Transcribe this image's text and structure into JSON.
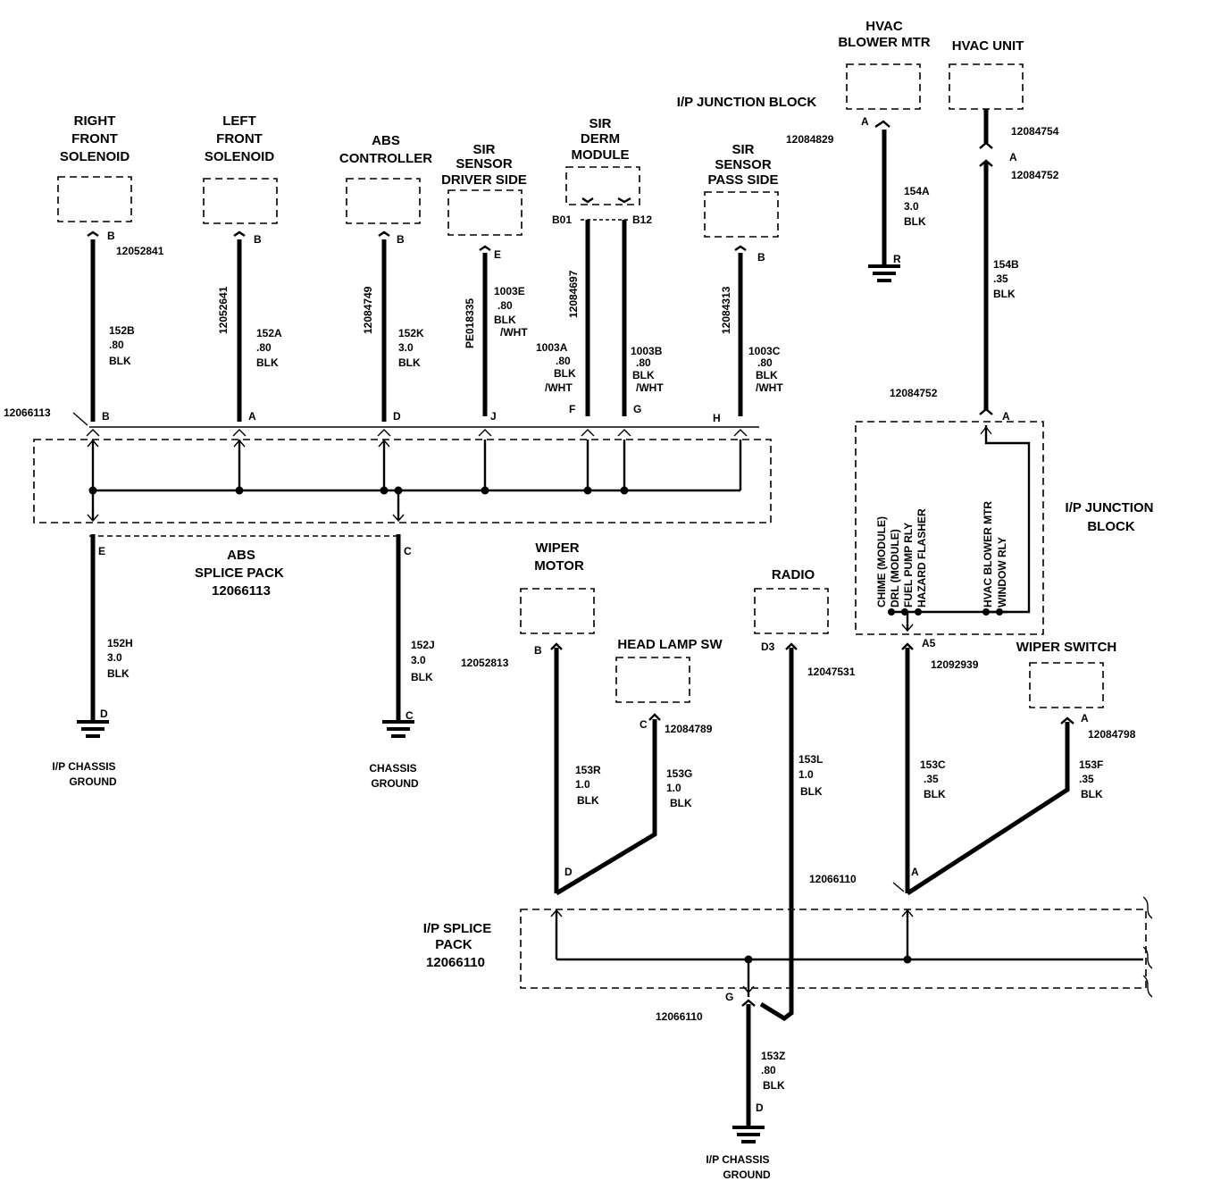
{
  "components": {
    "right_front_solenoid": "RIGHT FRONT SOLENOID",
    "left_front_solenoid": "LEFT FRONT SOLENOID",
    "abs_controller": "ABS CONTROLLER",
    "sir_sensor_driver": "SIR SENSOR DRIVER SIDE",
    "sir_derm_module": "SIR DERM MODULE",
    "sir_sensor_pass": "SIR SENSOR PASS SIDE",
    "hvac_blower_mtr": "HVAC BLOWER MTR",
    "hvac_unit": "HVAC UNIT",
    "ip_junction_block_top": "I/P JUNCTION BLOCK",
    "ip_junction_block_side": "I/P JUNCTION BLOCK",
    "abs_splice_pack": "ABS SPLICE PACK",
    "abs_splice_pack_num": "12066113",
    "wiper_motor": "WIPER MOTOR",
    "head_lamp_sw": "HEAD LAMP SW",
    "radio": "RADIO",
    "wiper_switch": "WIPER SWITCH",
    "ip_splice_pack": "I/P SPLICE PACK",
    "ip_splice_pack_num": "12066110",
    "ip_chassis_ground_1": "I/P CHASSIS GROUND",
    "chassis_ground": "CHASSIS GROUND",
    "ip_chassis_ground_2": "I/P CHASSIS GROUND"
  },
  "connectors": {
    "c12052841": "12052841",
    "c12052641": "12052641",
    "c12084749": "12084749",
    "cPE018335": "PE018335",
    "c12084697": "12084697",
    "c12084313": "12084313",
    "c12066113": "12066113",
    "c12084829": "12084829",
    "c12084754": "12084754",
    "c12084752a": "12084752",
    "c12084752b": "12084752",
    "c12052813": "12052813",
    "c12084789": "12084789",
    "c12047531": "12047531",
    "c12092939": "12092939",
    "c12084798": "12084798",
    "c12066110a": "12066110",
    "c12066110b": "12066110"
  },
  "wires": {
    "w152B": [
      "152B",
      ".80",
      "BLK"
    ],
    "w152A": [
      "152A",
      ".80",
      "BLK"
    ],
    "w152K": [
      "152K",
      "3.0",
      "BLK"
    ],
    "w1003E": [
      "1003E",
      ".80",
      "BLK",
      "/WHT"
    ],
    "w1003A": [
      "1003A",
      ".80",
      "BLK",
      "/WHT"
    ],
    "w1003B": [
      "1003B",
      ".80",
      "BLK",
      "/WHT"
    ],
    "w1003C": [
      "1003C",
      ".80",
      "BLK",
      "/WHT"
    ],
    "w154A": [
      "154A",
      "3.0",
      "BLK"
    ],
    "w154B": [
      "154B",
      ".35",
      "BLK"
    ],
    "w152H": [
      "152H",
      "3.0",
      "BLK"
    ],
    "w152J": [
      "152J",
      "3.0",
      "BLK"
    ],
    "w153R": [
      "153R",
      "1.0",
      "BLK"
    ],
    "w153G": [
      "153G",
      "1.0",
      "BLK"
    ],
    "w153L": [
      "153L",
      "1.0",
      "BLK"
    ],
    "w153C": [
      "153C",
      ".35",
      "BLK"
    ],
    "w153F": [
      "153F",
      ".35",
      "BLK"
    ],
    "w153Z": [
      "153Z",
      ".80",
      "BLK"
    ]
  },
  "pins": {
    "B": "B",
    "A": "A",
    "D": "D",
    "E": "E",
    "F": "F",
    "G": "G",
    "H": "H",
    "J": "J",
    "C": "C",
    "R": "R",
    "B01": "B01",
    "B12": "B12",
    "D3": "D3",
    "A5": "A5"
  },
  "junction_block_circuits": [
    "CHIME (MODULE)",
    "DRL (MODULE)",
    "FUEL PUMP RLY",
    "HAZARD FLASHER",
    "HVAC BLOWER MTR",
    "WINDOW RLY"
  ]
}
